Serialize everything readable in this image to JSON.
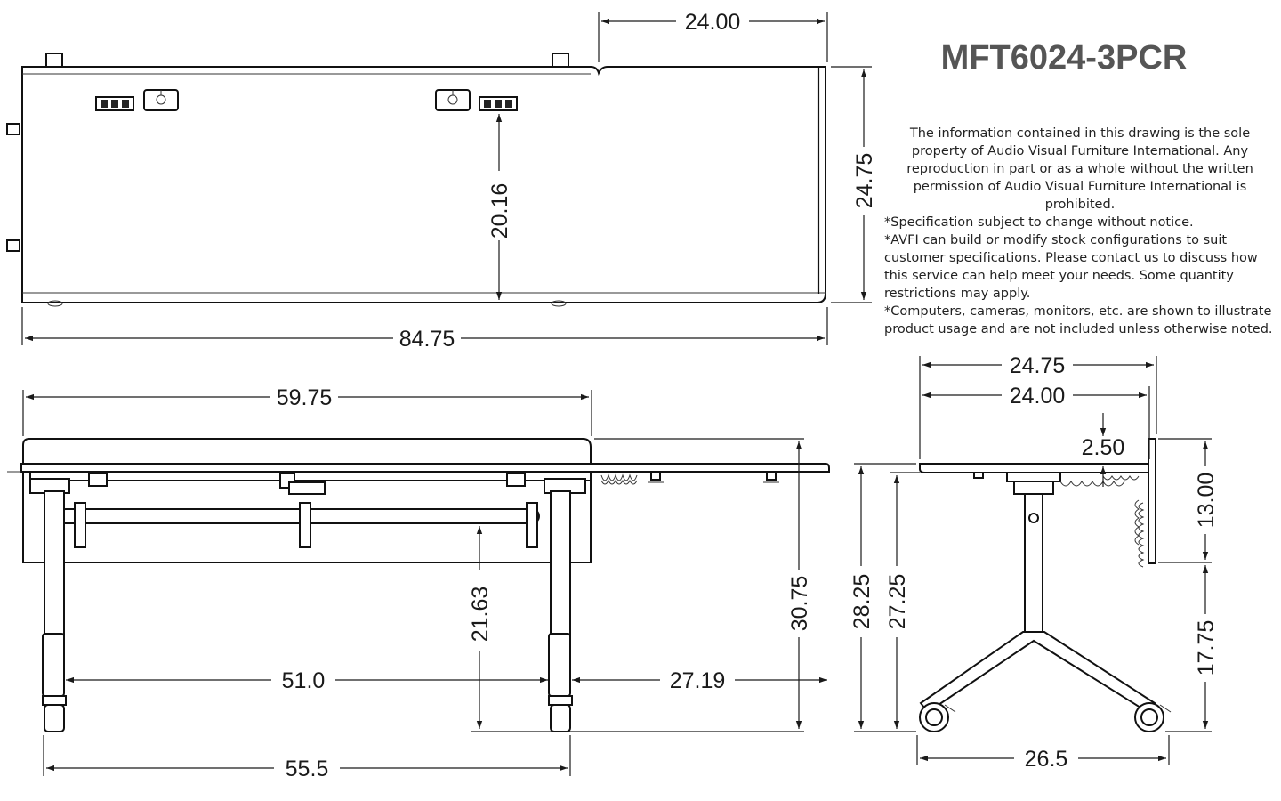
{
  "title": "MFT6024-3PCR",
  "disclaimer": "The information contained in this drawing is the sole property of Audio Visual Furniture International. Any reproduction in part or as a whole without the written permission of Audio Visual Furniture International is prohibited.",
  "notes": [
    "*Specification subject to change without notice.",
    "*AVFI can build or modify stock configurations to suit customer specifications. Please contact us to discuss how this service can help meet your needs. Some quantity restrictions may apply.",
    "*Computers, cameras, monitors, etc. are shown to illustrate product usage and are not included unless otherwise noted."
  ],
  "dimensions": {
    "top_view": {
      "extension_width": "24.00",
      "depth": "24.75",
      "outlet_offset": "20.16",
      "overall_length": "84.75"
    },
    "front_view": {
      "main_length": "59.75",
      "leg_span_inner": "51.0",
      "extension_reach": "27.19",
      "leg_span_outer": "55.5",
      "bar_height": "21.63",
      "top_height": "30.75"
    },
    "side_view": {
      "depth_overall": "24.75",
      "depth_top": "24.00",
      "panel_offset": "2.50",
      "panel_height": "13.00",
      "panel_floor_clearance": "17.75",
      "height_total": "28.25",
      "height_under": "27.25",
      "base_width": "26.5"
    }
  }
}
